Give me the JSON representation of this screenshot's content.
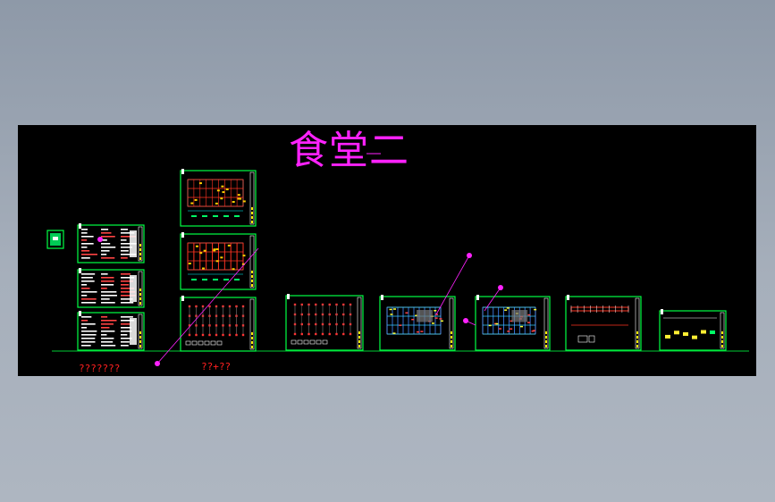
{
  "canvas": {
    "title": "食堂二",
    "labels": {
      "left": "???????",
      "middle": "??+??"
    },
    "colors": {
      "background": "#000000",
      "frame": "#00ff44",
      "title": "#ff22ff",
      "label": "#ff2020",
      "marker": "#ff22ff",
      "baseline": "#00cc33"
    }
  },
  "sheets": [
    {
      "id": "cover",
      "kind": "cover"
    },
    {
      "id": "notes-1",
      "kind": "notes"
    },
    {
      "id": "notes-2",
      "kind": "notes"
    },
    {
      "id": "notes-3",
      "kind": "notes"
    },
    {
      "id": "plan-1",
      "kind": "plan-red"
    },
    {
      "id": "plan-2",
      "kind": "plan-red-grid"
    },
    {
      "id": "plan-3",
      "kind": "column-grid"
    },
    {
      "id": "plan-4",
      "kind": "column-grid"
    },
    {
      "id": "plan-5",
      "kind": "framing-blue"
    },
    {
      "id": "plan-6",
      "kind": "framing-blue"
    },
    {
      "id": "elev-1",
      "kind": "elevation"
    },
    {
      "id": "elev-2",
      "kind": "elevation-small"
    }
  ]
}
